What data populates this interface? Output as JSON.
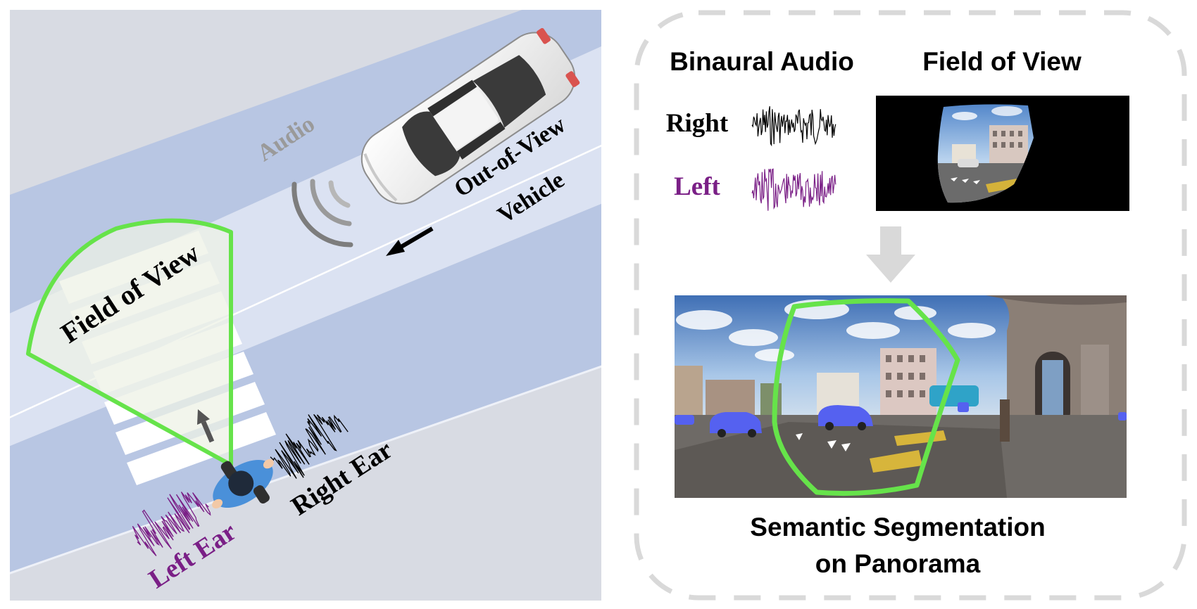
{
  "left_panel": {
    "audio_label": "Audio",
    "vehicle_label_line1": "Out-of-View",
    "vehicle_label_line2": "Vehicle",
    "fov_label": "Field of View",
    "right_ear_label": "Right Ear",
    "left_ear_label": "Left Ear"
  },
  "right_panel": {
    "binaural_title": "Binaural Audio",
    "fov_title": "Field of View",
    "right_label": "Right",
    "left_label": "Left",
    "result_title_line1": "Semantic Segmentation",
    "result_title_line2": "on Panorama"
  },
  "colors": {
    "fov_outline": "#66e34a",
    "left_ear": "#7a1f86",
    "right_ear": "#000000",
    "segmentation_vehicle": "#5561f0",
    "road_dark": "#b8c6e3",
    "road_light": "#dbe2f2",
    "sidewalk": "#d8dbe3"
  }
}
